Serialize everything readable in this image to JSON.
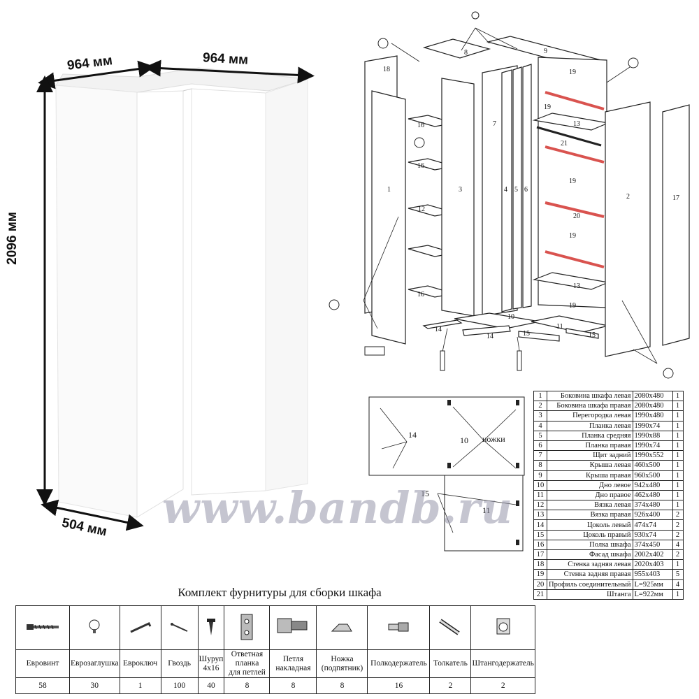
{
  "dimensions": {
    "width_left": "964 мм",
    "width_right": "964 мм",
    "height": "2096 мм",
    "depth": "504 мм"
  },
  "exploded_labels": {
    "p1": "1",
    "p2": "2",
    "p3": "3",
    "p4": "4",
    "p5": "5",
    "p6": "6",
    "p7": "7",
    "p8": "8",
    "p9": "9",
    "p10": "10",
    "p11": "11",
    "p12": "12",
    "p13a": "13",
    "p13b": "13",
    "p14a": "14",
    "p14b": "14",
    "p15a": "15",
    "p15b": "15",
    "p16a": "16",
    "p16b": "16",
    "p16c": "16",
    "p17": "17",
    "p18": "18",
    "p19a": "19",
    "p19b": "19",
    "p19c": "19",
    "p19d": "19",
    "p19e": "19",
    "p20": "20",
    "p21": "21"
  },
  "detail": {
    "label14": "14",
    "label10": "10",
    "legs": "ножки",
    "label15": "15",
    "label11": "11"
  },
  "parts_table": [
    {
      "n": "1",
      "name": "Боковина шкафа левая",
      "size": "2080x480",
      "qty": "1"
    },
    {
      "n": "2",
      "name": "Боковина шкафа правая",
      "size": "2080x480",
      "qty": "1"
    },
    {
      "n": "3",
      "name": "Перегородка левая",
      "size": "1990x480",
      "qty": "1"
    },
    {
      "n": "4",
      "name": "Планка левая",
      "size": "1990x74",
      "qty": "1"
    },
    {
      "n": "5",
      "name": "Планка средняя",
      "size": "1990x88",
      "qty": "1"
    },
    {
      "n": "6",
      "name": "Планка правая",
      "size": "1990x74",
      "qty": "1"
    },
    {
      "n": "7",
      "name": "Щит задний",
      "size": "1990x552",
      "qty": "1"
    },
    {
      "n": "8",
      "name": "Крыша левая",
      "size": "460x500",
      "qty": "1"
    },
    {
      "n": "9",
      "name": "Крыша правая",
      "size": "960x500",
      "qty": "1"
    },
    {
      "n": "10",
      "name": "Дно левое",
      "size": "942x480",
      "qty": "1"
    },
    {
      "n": "11",
      "name": "Дно правое",
      "size": "462x480",
      "qty": "1"
    },
    {
      "n": "12",
      "name": "Вязка левая",
      "size": "374x480",
      "qty": "1"
    },
    {
      "n": "13",
      "name": "Вязка правая",
      "size": "926x400",
      "qty": "2"
    },
    {
      "n": "14",
      "name": "Цоколь левый",
      "size": "474x74",
      "qty": "2"
    },
    {
      "n": "15",
      "name": "Цоколь правый",
      "size": "930x74",
      "qty": "2"
    },
    {
      "n": "16",
      "name": "Полка шкафа",
      "size": "374x450",
      "qty": "4"
    },
    {
      "n": "17",
      "name": "Фасад шкафа",
      "size": "2002x402",
      "qty": "2"
    },
    {
      "n": "18",
      "name": "Стенка задняя левая",
      "size": "2020x403",
      "qty": "1"
    },
    {
      "n": "19",
      "name": "Стенка задняя правая",
      "size": "955x403",
      "qty": "5"
    },
    {
      "n": "20",
      "name": "Профиль соединительный",
      "size": "L=925мм",
      "qty": "4"
    },
    {
      "n": "21",
      "name": "Штанга",
      "size": "L=922мм",
      "qty": "1"
    }
  ],
  "kit": {
    "title": "Комплект фурнитуры для сборки шкафа",
    "items": [
      {
        "icon": "eurovint-screw-icon",
        "label1": "Евровинт",
        "label2": "",
        "count": "58"
      },
      {
        "icon": "euro-cap-icon",
        "label1": "Еврозаглушка",
        "label2": "",
        "count": "30"
      },
      {
        "icon": "euro-key-icon",
        "label1": "Евроключ",
        "label2": "",
        "count": "1"
      },
      {
        "icon": "nail-icon",
        "label1": "Гвоздь",
        "label2": "",
        "count": "100"
      },
      {
        "icon": "wood-screw-icon",
        "label1": "Шуруп",
        "label2": "4x16",
        "count": "40"
      },
      {
        "icon": "mounting-plate-icon",
        "label1": "Ответная планка",
        "label2": "для петлей",
        "count": "8"
      },
      {
        "icon": "hinge-icon",
        "label1": "Петля",
        "label2": "накладная",
        "count": "8"
      },
      {
        "icon": "foot-icon",
        "label1": "Ножка",
        "label2": "(подпятник)",
        "count": "8"
      },
      {
        "icon": "shelf-holder-icon",
        "label1": "Полкодержатель",
        "label2": "",
        "count": "16"
      },
      {
        "icon": "pusher-icon",
        "label1": "Толкатель",
        "label2": "",
        "count": "2"
      },
      {
        "icon": "rod-holder-icon",
        "label1": "Штангодержатель",
        "label2": "",
        "count": "2"
      }
    ]
  },
  "watermark": "www.bandb.ru",
  "colors": {
    "profile_red": "#d9534f",
    "line": "#222222"
  }
}
